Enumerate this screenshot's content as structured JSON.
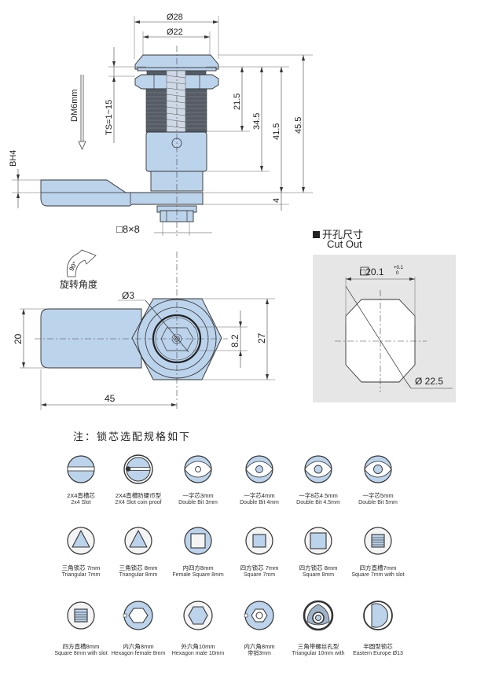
{
  "side_view": {
    "dimensions": {
      "head_diameter": "Ø28",
      "body_diameter": "Ø22",
      "thread_length": "21.5",
      "hole_height": "34.5",
      "body_length": "41.5",
      "total_length": "45.5",
      "cam_thickness": "4",
      "square_drive": "□8×8",
      "thickness_range": "TS=1~15",
      "dm_label": "DM6mm",
      "bh_label": "BH4"
    }
  },
  "front_view": {
    "rotation_angle": "90°",
    "rotation_label": "旋转角度",
    "dimensions": {
      "pin_diameter": "Ø3",
      "cam_width": "20",
      "hex_inner": "8.2",
      "hex_outer": "27",
      "cam_length": "45"
    }
  },
  "cutout": {
    "title_cn": "开孔尺寸",
    "title_en": "Cut Out",
    "square": "□20.1",
    "tol_upper": "+0.1",
    "tol_lower": "0",
    "diameter": "Ø 22.5",
    "bg_color": "#e6e6e6"
  },
  "note": {
    "title": "注：锁芯选配规格如下"
  },
  "cores": [
    {
      "icon": "slot-2x4-icon",
      "cn": "2X4直槽芯",
      "en": "2x4 Slot"
    },
    {
      "icon": "slot-coin-proof-icon",
      "cn": "2X4直槽防硬币型",
      "en": "2X4 Slot coin proof"
    },
    {
      "icon": "double-bit-3-icon",
      "cn": "一字芯3mm",
      "en": "Double Bit 3mm"
    },
    {
      "icon": "double-bit-4-icon",
      "cn": "一字芯4mm",
      "en": "Double Bit 4mm"
    },
    {
      "icon": "double-bit-4-5-icon",
      "cn": "一字8芯4.5mm",
      "en": "Double Bit 4.5mm"
    },
    {
      "icon": "double-bit-5-icon",
      "cn": "一字芯5mm",
      "en": "Double Bit 5mm"
    },
    {
      "icon": "triangular-7-icon",
      "cn": "三角锁芯 7mm",
      "en": "Triangular 7mm"
    },
    {
      "icon": "triangular-8-icon",
      "cn": "三角锁芯 8mm",
      "en": "Triangular 8mm"
    },
    {
      "icon": "female-square-8-icon",
      "cn": "内四方8mm",
      "en": "Female Square 8mm"
    },
    {
      "icon": "square-7-icon",
      "cn": "四方锁芯 7mm",
      "en": "Square 7mm"
    },
    {
      "icon": "square-8-icon",
      "cn": "四方锁芯 8mm",
      "en": "Square 8mm"
    },
    {
      "icon": "square-7-slot-icon",
      "cn": "四方直槽7mm",
      "en": "Square 7mm with slot"
    },
    {
      "icon": "square-8-slot-icon",
      "cn": "四方直槽8mm",
      "en": "Square 8mm with slot"
    },
    {
      "icon": "hexagon-female-8-icon",
      "cn": "内六角8mm",
      "en": "Hexagon female 8mm"
    },
    {
      "icon": "hexagon-male-10-icon",
      "cn": "外六角10mm",
      "en": "Hexagon male 10mm"
    },
    {
      "icon": "hexagon-female-pin-icon",
      "cn": "内六角8mm",
      "en": "带销3mm"
    },
    {
      "icon": "triangular-10-screw-icon",
      "cn": "三角带螺丝孔型",
      "en": "Triangular 10mm with"
    },
    {
      "icon": "eastern-europe-13-icon",
      "cn": "半圆型锁芯",
      "en": "Eastern Europe Ø13"
    }
  ],
  "colors": {
    "part_fill": "#bcd3ec",
    "outline": "#333333"
  }
}
